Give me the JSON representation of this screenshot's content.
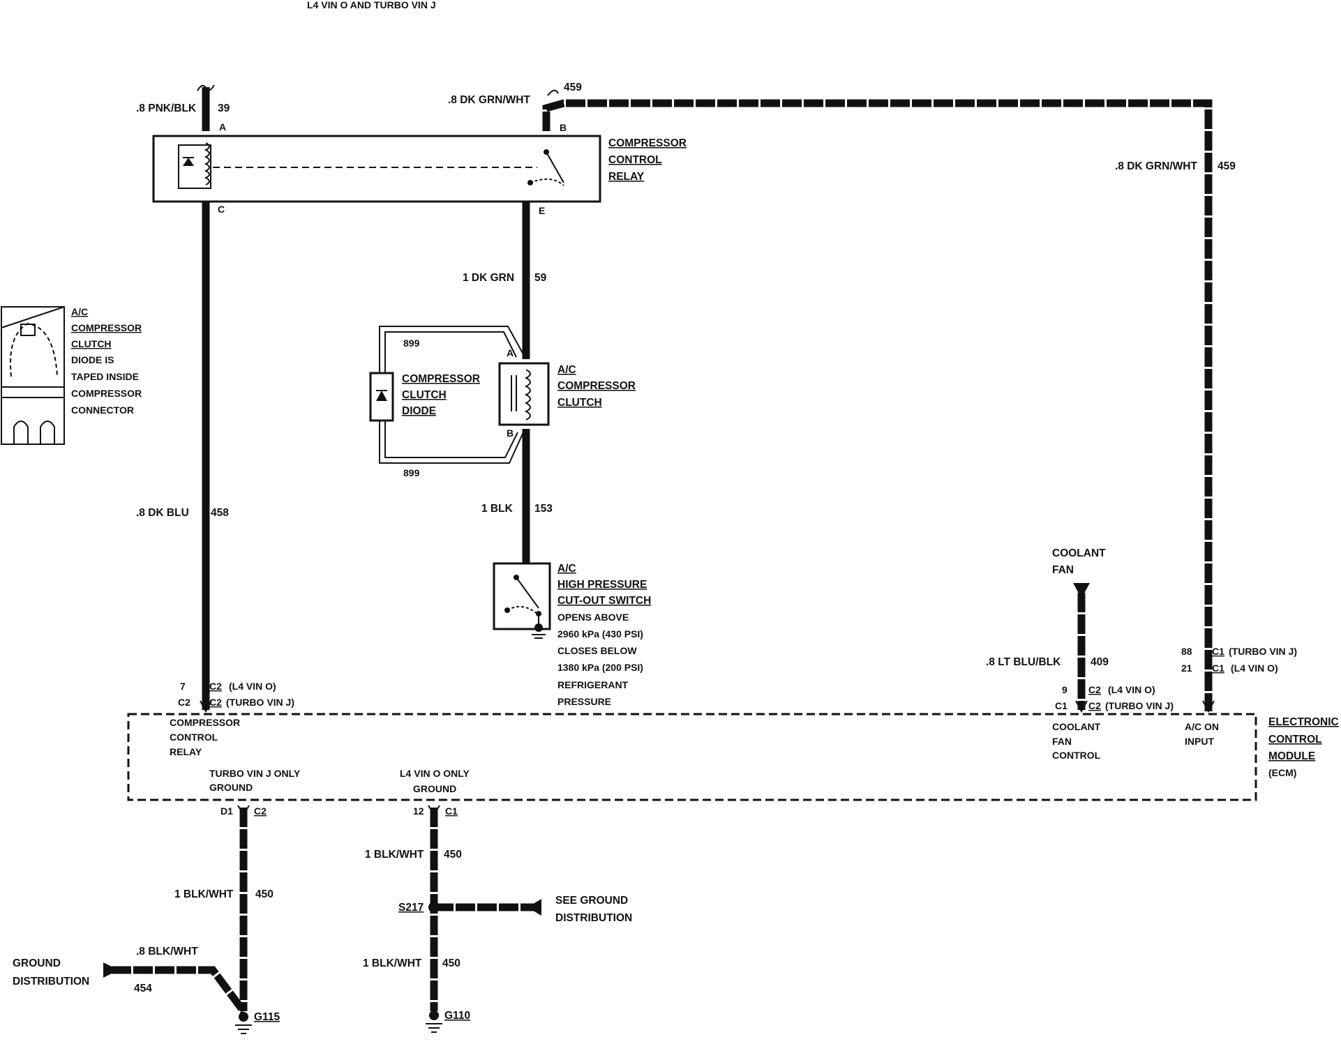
{
  "title": "L4 VIN O AND TURBO VIN J",
  "relay": {
    "label_lines": [
      "COMPRESSOR",
      "CONTROL",
      "RELAY"
    ],
    "pins": {
      "a": "A",
      "b": "B",
      "c": "C",
      "e": "E"
    }
  },
  "wires": {
    "w39": {
      "color": ".8 PNK/BLK",
      "circuit": "39"
    },
    "w459_top": {
      "color": ".8 DK GRN/WHT",
      "circuit": "459"
    },
    "w459_right": {
      "color": ".8 DK GRN/WHT",
      "circuit": "459"
    },
    "w59": {
      "color": "1 DK GRN",
      "circuit": "59"
    },
    "w458": {
      "color": ".8 DK BLU",
      "circuit": "458"
    },
    "w153": {
      "color": "1 BLK",
      "circuit": "153"
    },
    "w409": {
      "color": ".8 LT BLU/BLK",
      "circuit": "409"
    },
    "w450_left": {
      "color": "1 BLK/WHT",
      "circuit": "450"
    },
    "w450_mid_upper": {
      "color": "1 BLK/WHT",
      "circuit": "450"
    },
    "w450_mid_lower": {
      "color": "1 BLK/WHT",
      "circuit": "450"
    },
    "w454": {
      "color": ".8 BLK/WHT",
      "circuit": "454"
    },
    "w899_top": {
      "circuit": "899"
    },
    "w899_bottom": {
      "circuit": "899"
    }
  },
  "inset": {
    "label_lines": [
      "A/C",
      "COMPRESSOR",
      "CLUTCH",
      "DIODE IS",
      "TAPED INSIDE",
      "COMPRESSOR",
      "CONNECTOR"
    ]
  },
  "diode": {
    "label_lines": [
      "COMPRESSOR",
      "CLUTCH",
      "DIODE"
    ]
  },
  "clutch": {
    "label_lines": [
      "A/C",
      "COMPRESSOR",
      "CLUTCH"
    ],
    "pin_a": "A",
    "pin_b": "B"
  },
  "switch": {
    "label_lines": [
      "A/C",
      "HIGH PRESSURE",
      "CUT-OUT SWITCH"
    ],
    "desc_lines": [
      "OPENS ABOVE",
      "2960 kPa (430 PSI)",
      "CLOSES BELOW",
      "1380 kPa (200 PSI)",
      "REFRIGERANT",
      "PRESSURE"
    ]
  },
  "coolant_fan": {
    "lines": [
      "COOLANT",
      "FAN"
    ]
  },
  "ecm": {
    "label_lines": [
      "ELECTRONIC",
      "CONTROL",
      "MODULE",
      "(ECM)"
    ],
    "relay_conn": {
      "pin1": "7",
      "conn1": "C2",
      "desc1": "(L4 VIN O)",
      "pin2": "C2",
      "conn2": "C2",
      "desc2": "(TURBO VIN J)"
    },
    "relay_text": [
      "COMPRESSOR",
      "CONTROL",
      "RELAY"
    ],
    "fan_conn": {
      "pin1": "9",
      "conn1": "C2",
      "desc1": "(L4 VIN O)",
      "pin2": "C1",
      "conn2": "C2",
      "desc2": "(TURBO VIN J)"
    },
    "fan_text": [
      "COOLANT",
      "FAN",
      "CONTROL"
    ],
    "ac_conn": {
      "pin1": "88",
      "conn1": "C1",
      "desc1": "(TURBO VIN J)",
      "pin2": "21",
      "conn2": "C1",
      "desc2": "(L4 VIN O)"
    },
    "ac_text": [
      "A/C ON",
      "INPUT"
    ],
    "gnd1_text": [
      "TURBO VIN J ONLY",
      "GROUND"
    ],
    "gnd2_text": [
      "L4 VIN O ONLY",
      "GROUND"
    ],
    "gnd1_pin": "D1",
    "gnd1_conn": "C2",
    "gnd2_pin": "12",
    "gnd2_conn": "C1"
  },
  "ground_dist_left": [
    "GROUND",
    "DISTRIBUTION"
  ],
  "ground_dist_right": [
    "SEE GROUND",
    "DISTRIBUTION"
  ],
  "splice": "S217",
  "grounds": {
    "g115": "G115",
    "g110": "G110"
  }
}
